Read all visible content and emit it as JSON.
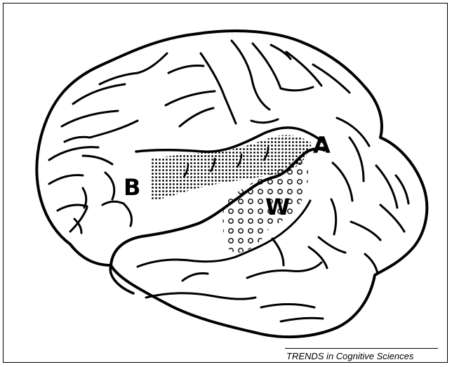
{
  "figure": {
    "labels": {
      "broca": "B",
      "wernicke": "W",
      "angular": "A"
    },
    "credit": "TRENDS in Cognitive Sciences",
    "colors": {
      "ink": "#000000",
      "paper": "#ffffff"
    }
  }
}
